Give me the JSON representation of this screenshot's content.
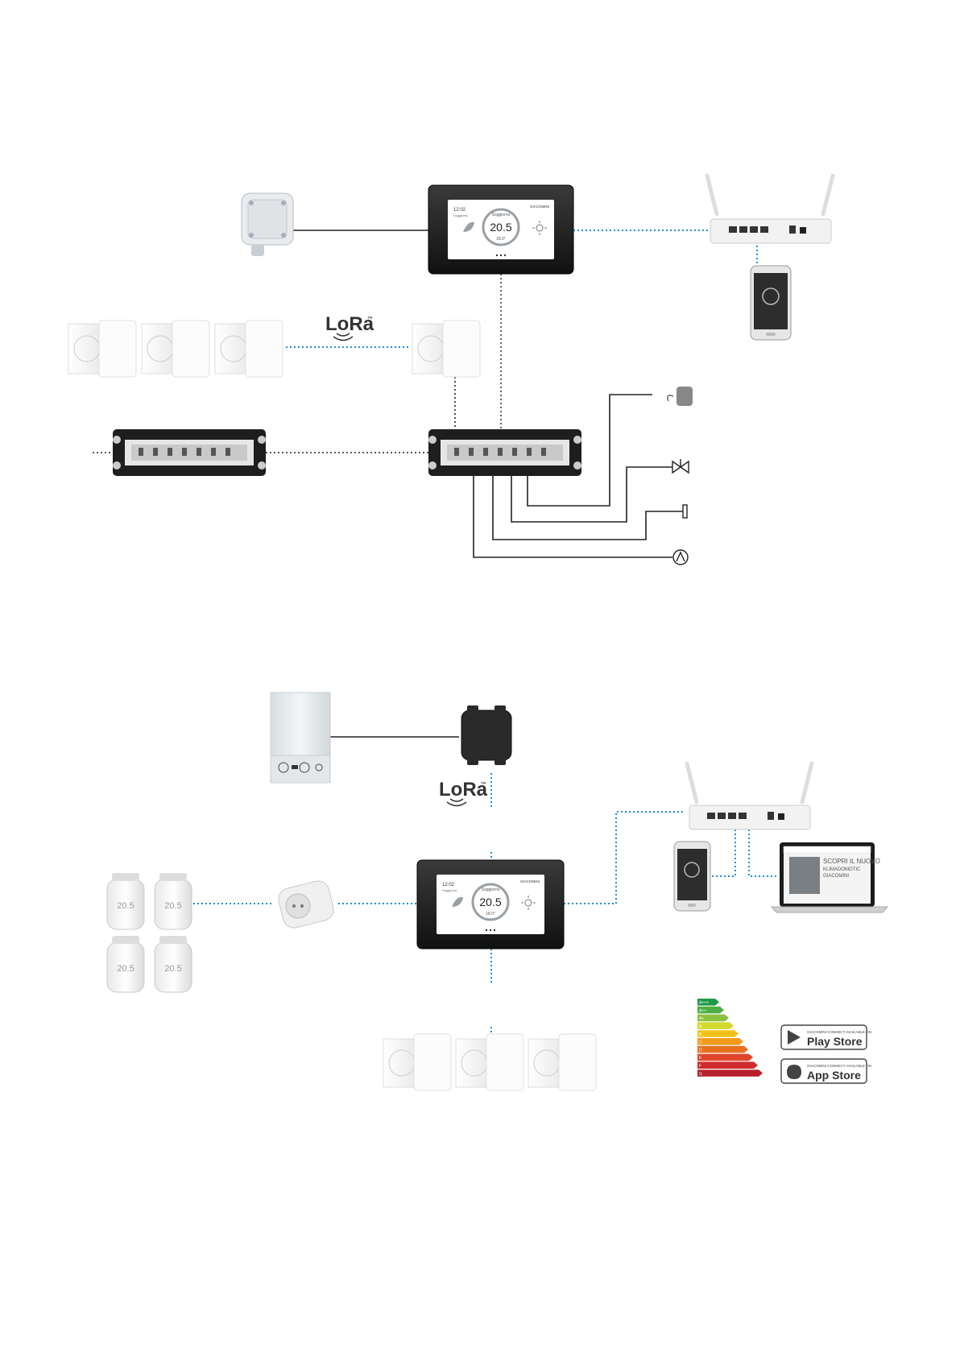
{
  "lora": {
    "label": "LoRa",
    "tm": "™"
  },
  "thermostat": {
    "time": "12:02",
    "mode": "Soggiorno",
    "temperature": "20.5",
    "setpoint": "18.0°",
    "brand": "GIACOMINI"
  },
  "trv_display": "20.5",
  "laptop": {
    "heading_line1": "SCOPRI IL NUOVO",
    "heading_line2": "KLIMADOMOTIC",
    "heading_line3": "GIACOMINI"
  },
  "energy": {
    "classes": [
      "A+++",
      "A++",
      "A+",
      "A",
      "B",
      "C",
      "D",
      "E",
      "F",
      "G"
    ],
    "colors": [
      "#1f9a48",
      "#4cae44",
      "#8dc040",
      "#d3d92d",
      "#f3c21a",
      "#f09a1d",
      "#e9701f",
      "#e0452a",
      "#cf2a2e",
      "#b51f2b"
    ]
  },
  "badges": {
    "play_small": "GIACOMINI CONNECT AVAILABLE ON",
    "play_big": "Play Store",
    "app_small": "GIACOMINI CONNECT AVAILABLE ON",
    "app_big": "App Store"
  },
  "colors": {
    "wire": "#222222",
    "wireless": "#1b8fd0",
    "dotted": "#222222"
  }
}
